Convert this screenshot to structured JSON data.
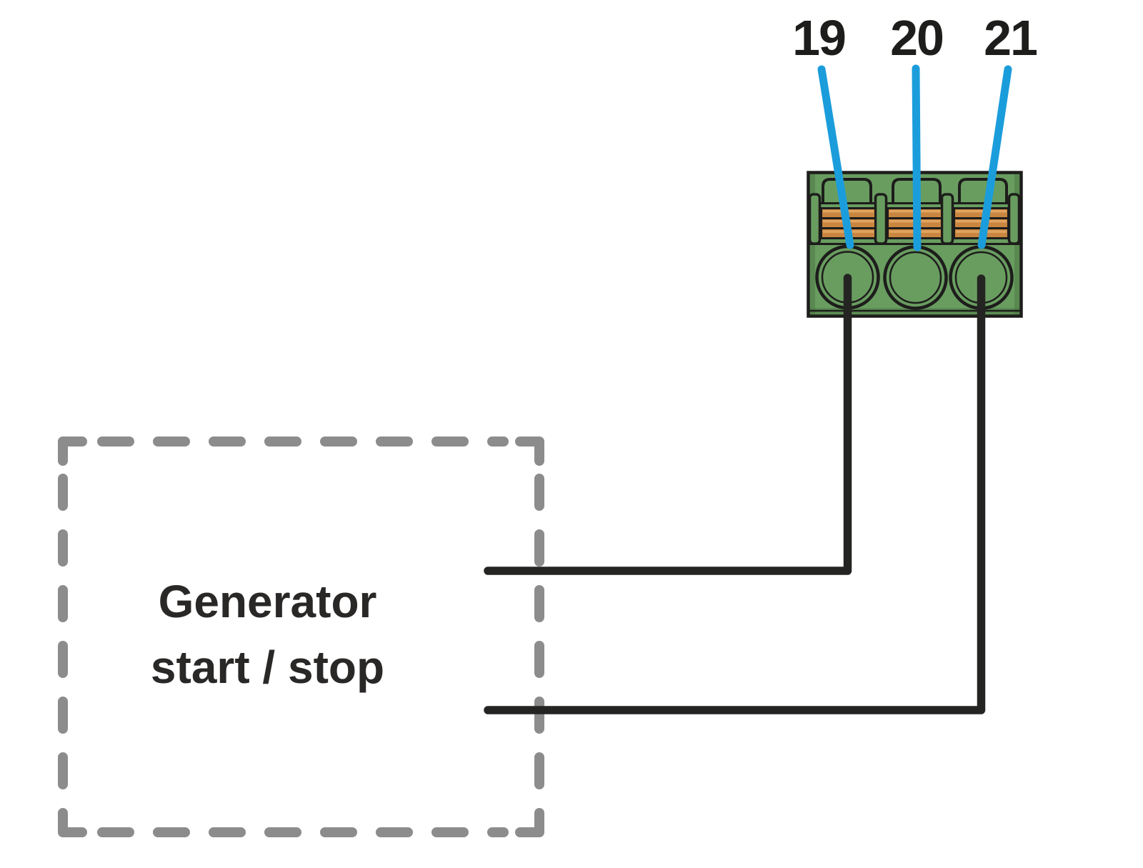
{
  "terminals": [
    {
      "label": "19"
    },
    {
      "label": "20"
    },
    {
      "label": "21"
    }
  ],
  "generator_box": {
    "line1": "Generator",
    "line2": "start / stop"
  },
  "colors": {
    "background": "#FFFFFF",
    "leader_blue": "#1B9DDC",
    "connector_green": "#699D60",
    "connector_green_dark": "#4C7845",
    "contact_orange": "#C98640",
    "contact_orange_light": "#DFA360",
    "outline_black": "#1D1D1B",
    "wire_black": "#242422",
    "dash_gray": "#8C8C8C",
    "label_text": "#2A2827"
  }
}
